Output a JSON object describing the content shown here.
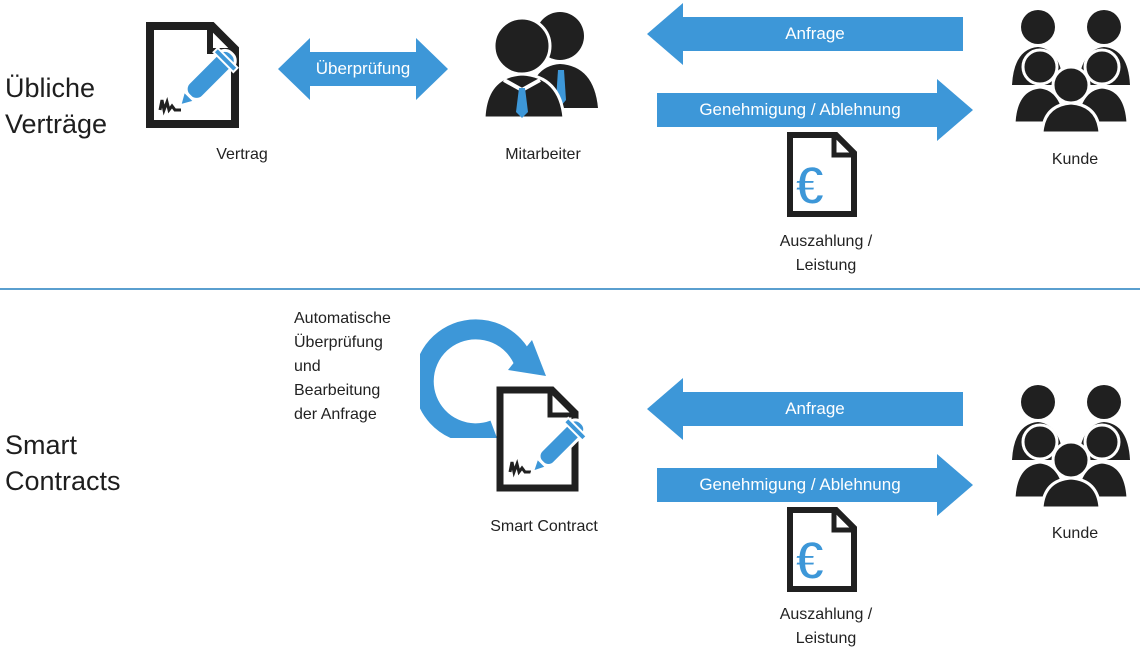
{
  "colors": {
    "accent": "#3d97d8",
    "icon": "#202020",
    "divider": "#5a9fcf"
  },
  "top": {
    "title": "Übliche\nVerträge",
    "contract_label": "Vertrag",
    "review_arrow": "Überprüfung",
    "employee_label": "Mitarbeiter",
    "request_arrow": "Anfrage",
    "decision_arrow": "Genehmigung  / Ablehnung",
    "payout_label": "Auszahlung  /\nLeistung",
    "customer_label": "Kunde"
  },
  "bottom": {
    "title": "Smart\nContracts",
    "auto_note": "Automatische\nÜberprüfung\nund\nBearbeitung\nder Anfrage",
    "contract_label": "Smart Contract",
    "request_arrow": "Anfrage",
    "decision_arrow": "Genehmigung  / Ablehnung",
    "payout_label": "Auszahlung  /\nLeistung",
    "customer_label": "Kunde"
  }
}
